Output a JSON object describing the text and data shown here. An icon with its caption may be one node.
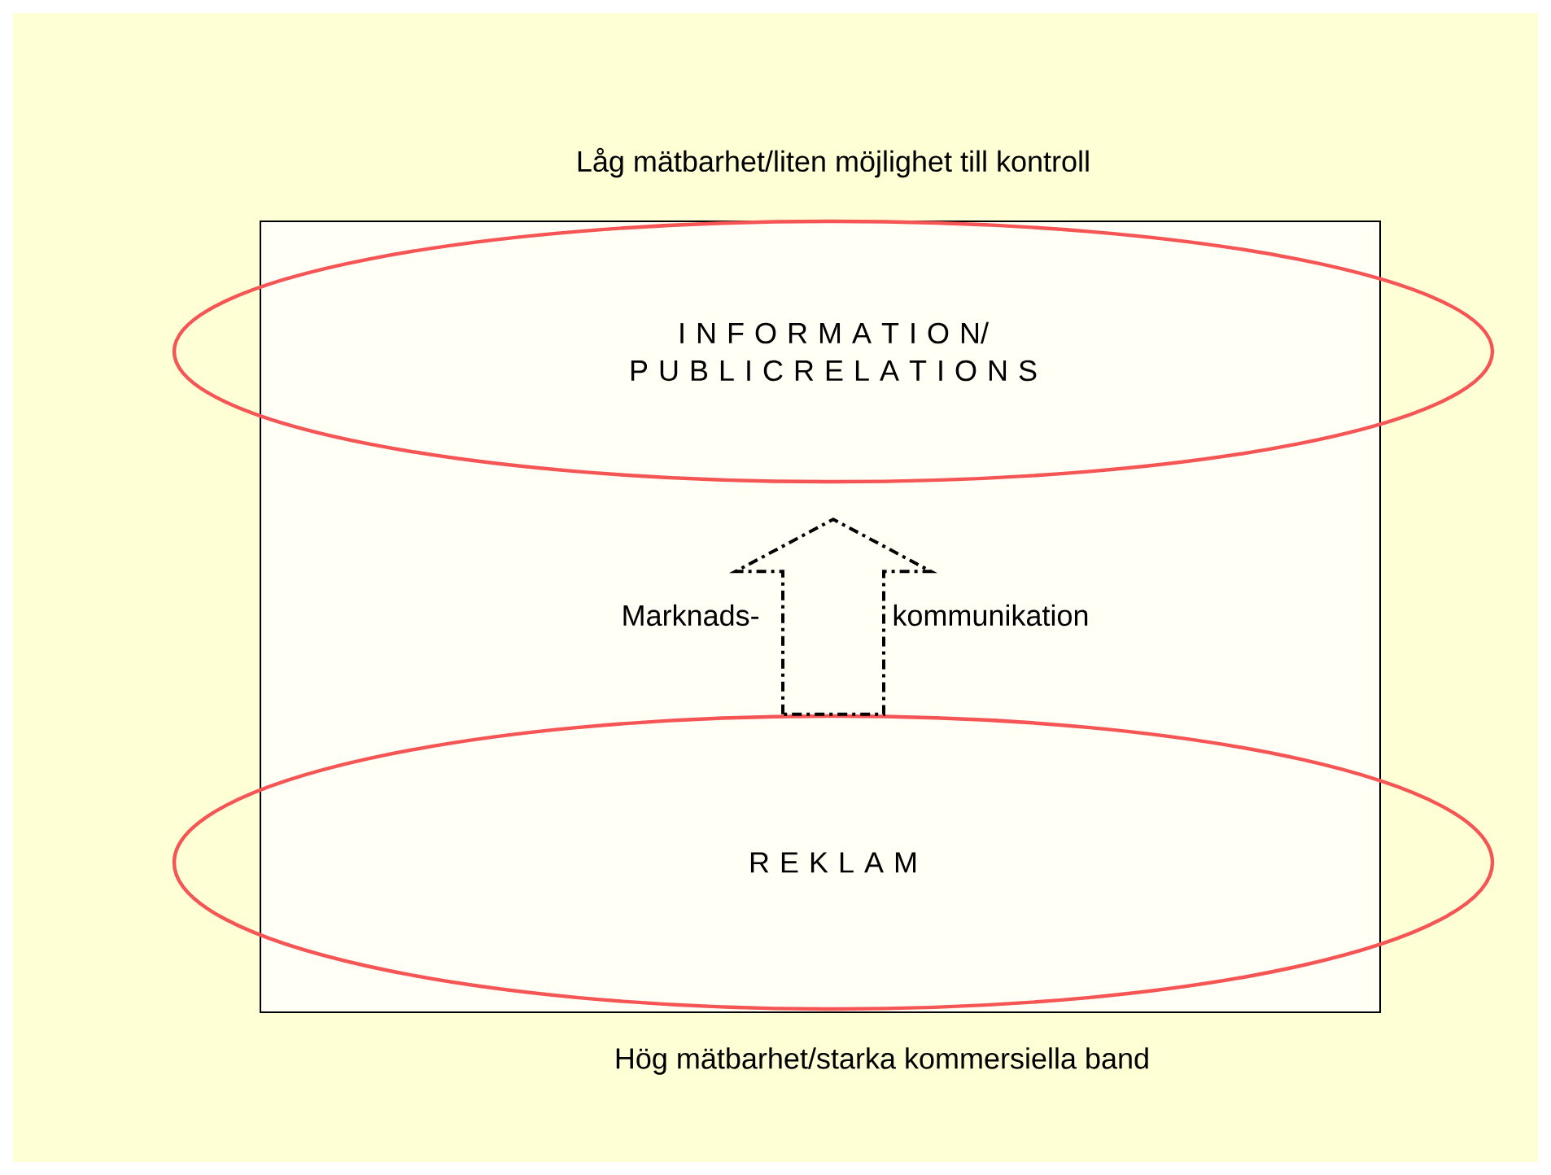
{
  "diagram": {
    "nodes": [
      {
        "text": [
          "I N F O R M A T I O N/ P U B L I C R E L A T I O N S"
        ]
      },
      {
        "text": [
          "R E K L A M"
        ]
      }
    ],
    "edges": [
      {
        "from": 1,
        "to": 0,
        "arrow": "to",
        "style": "dashed"
      }
    ],
    "labels": [
      "Låg mätbarhet/liten möjlighet till kontroll",
      "Marknads-",
      "kommunikation",
      "Hög mätbarhet/starka kommersiella band"
    ]
  }
}
